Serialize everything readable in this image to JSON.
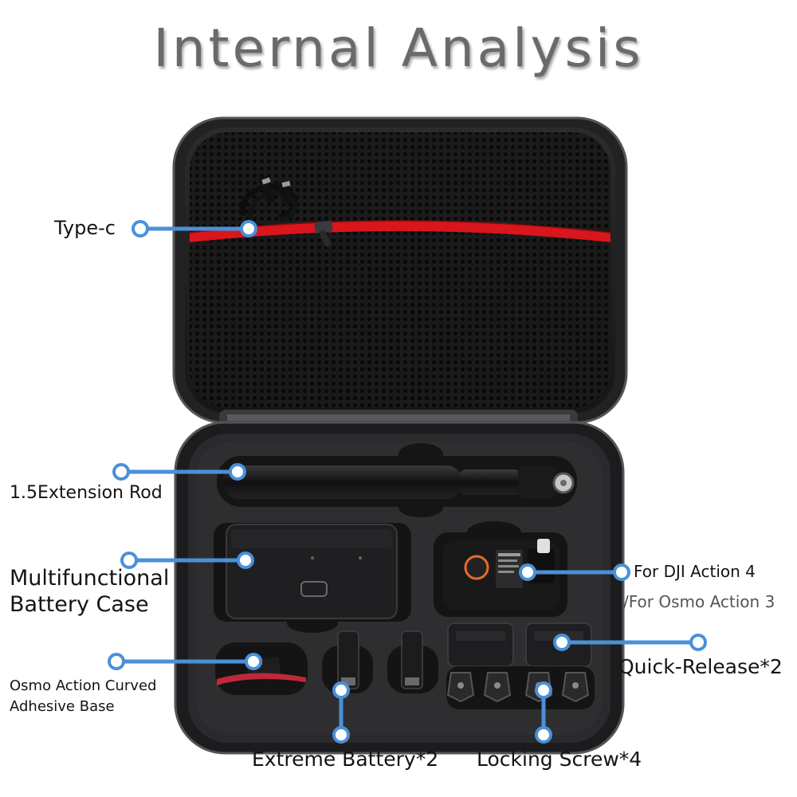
{
  "title": "Internal Analysis",
  "labels": {
    "type_c": "Type-c",
    "extension_rod": "1.5Extension Rod",
    "battery_case_line1": "Multifunctional",
    "battery_case_line2": "Battery Case",
    "adhesive_base_line1": "Osmo Action Curved",
    "adhesive_base_line2": "Adhesive Base",
    "dji_action4": "For DJI Action 4",
    "osmo_action3": "/For Osmo Action 3",
    "quick_release": "Quick-Release*2",
    "extreme_battery": "Extreme Battery*2",
    "locking_screw": "Locking Screw*4"
  },
  "colors": {
    "callout_blue": "#4a90d9",
    "title_gray": "#6a6a6a",
    "zipper_red": "#d8161b",
    "case_black": "#1c1c1e",
    "foam_gray": "#2a2a2c"
  }
}
